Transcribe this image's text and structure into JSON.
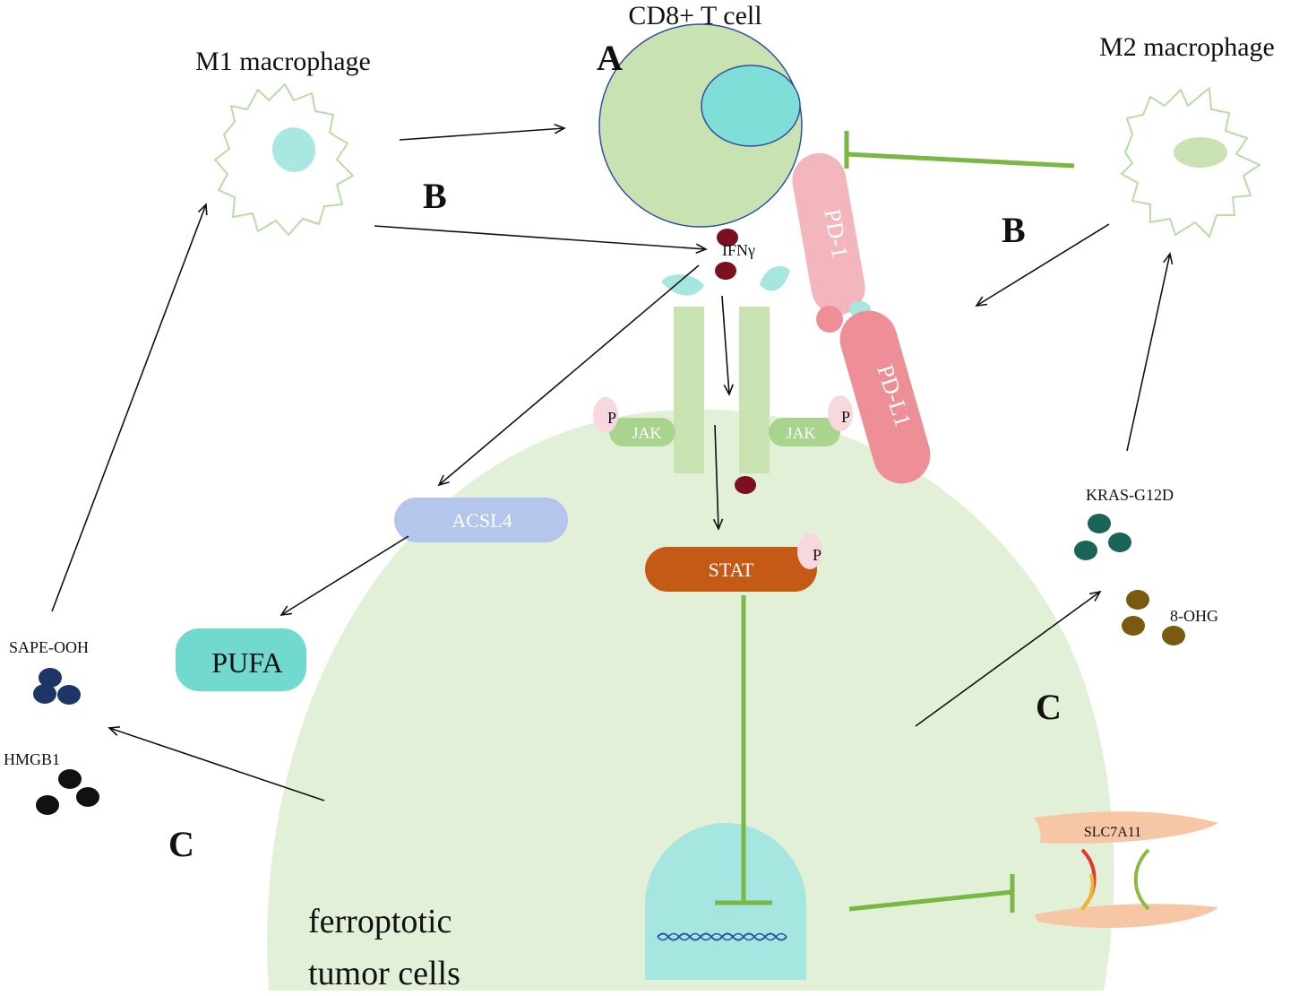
{
  "cells": {
    "cd8": "CD8+ T cell",
    "m1": "M1 macrophage",
    "m2": "M2 macrophage",
    "tumor_line1": "ferroptotic",
    "tumor_line2": "tumor cells"
  },
  "molecules": {
    "pd1": "PD-1",
    "pdl1": "PD-L1",
    "ifng": "IFNγ",
    "jak": "JAK",
    "phospho": "P",
    "stat": "STAT",
    "acsl4": "ACSL4",
    "pufa": "PUFA",
    "kras": "KRAS-G12D",
    "ohg": "8-OHG",
    "sape": "SAPE-OOH",
    "hmgb1": "HMGB1",
    "slc7a11": "SLC7A11"
  },
  "panels": {
    "a": "A",
    "b": "B",
    "c": "C"
  },
  "colors": {
    "tumor": "#e3f0d8",
    "tcell": "#c8e2b2",
    "nucleus": "#7fded7",
    "activation_green": "#78b843",
    "pd1": "#f2b6bc",
    "pdl1": "#ee8f98",
    "ifng": "#7a1020",
    "stat": "#c45a16",
    "acsl4": "#b4c6ec",
    "pufa": "#72d9cf",
    "kras": "#1a6458",
    "ohg": "#7a5a10",
    "sape": "#1e3568",
    "slc7a11": "#f7c6a5"
  }
}
